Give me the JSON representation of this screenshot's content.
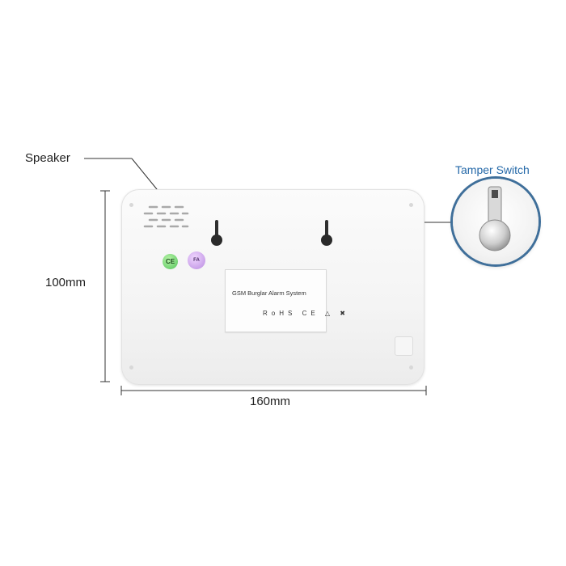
{
  "labels": {
    "speaker": "Speaker",
    "tamper_switch": "Tamper Switch",
    "height": "100mm",
    "width": "160mm"
  },
  "sticker": {
    "title": "GSM Burglar Alarm System",
    "marks": "RoHS CE △ ✖"
  },
  "badges": {
    "ce": "CE",
    "other": "FA"
  },
  "colors": {
    "tamper_label": "#2468a8",
    "tamper_ring": "#3f6f9a",
    "ce_badge": "#52c35a",
    "other_badge": "#b98be0"
  }
}
